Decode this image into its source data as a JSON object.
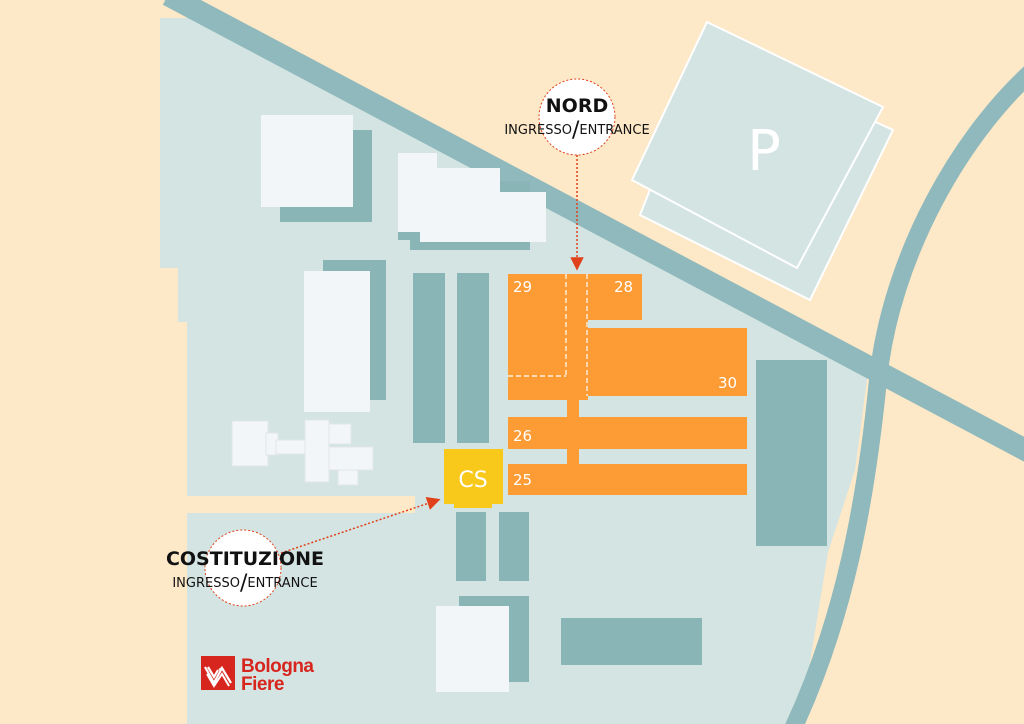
{
  "colors": {
    "background": "#fde8c8",
    "fairground": "#d4e4e2",
    "building_teal": "#8ab5b7",
    "building_white": "#f3f6f8",
    "hall_orange": "#fd9b35",
    "cs_yellow": "#f8c81b",
    "arrow_red": "#e0411a",
    "road": "#8fb9bc",
    "logo_red": "#d7261e"
  },
  "parking": {
    "label": "P",
    "icon": "parking-icon"
  },
  "halls": [
    {
      "id": "29",
      "label": "29"
    },
    {
      "id": "28",
      "label": "28"
    },
    {
      "id": "30",
      "label": "30"
    },
    {
      "id": "26",
      "label": "26"
    },
    {
      "id": "25",
      "label": "25"
    }
  ],
  "service_center": {
    "label": "CS"
  },
  "entrances": {
    "north": {
      "title": "NORD",
      "subtitle_it": "INGRESSO",
      "separator": "/",
      "subtitle_en": "ENTRANCE"
    },
    "costituzione": {
      "title": "COSTITUZIONE",
      "subtitle_it": "INGRESSO",
      "separator": "/",
      "subtitle_en": "ENTRANCE"
    }
  },
  "logo": {
    "line1": "Bologna",
    "line2": "Fiere",
    "icon": "bolognafiere-logo-icon"
  }
}
